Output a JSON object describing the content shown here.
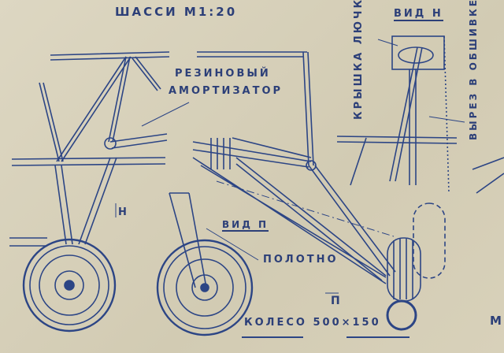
{
  "title": "ШАССИ М1:20",
  "labels": {
    "shock_absorber_line1": "РЕЗИНОВЫЙ",
    "shock_absorber_line2": "АМОРТИЗАТОР",
    "hatch_cover": "КРЫШКА ЛЮЧКА",
    "view_h": "ВИД Н",
    "skin_cutout": "ВЫРЕЗ В ОБШИВКЕ",
    "arrow_h": "Н",
    "view_p": "ВИД П",
    "fabric": "ПОЛОТНО",
    "arrow_p": "П",
    "wheel": "КОЛЕСО 500×150",
    "edge_letter": "М"
  },
  "colors": {
    "paper": "#d9d3bd",
    "ink": "#2c3f78"
  }
}
